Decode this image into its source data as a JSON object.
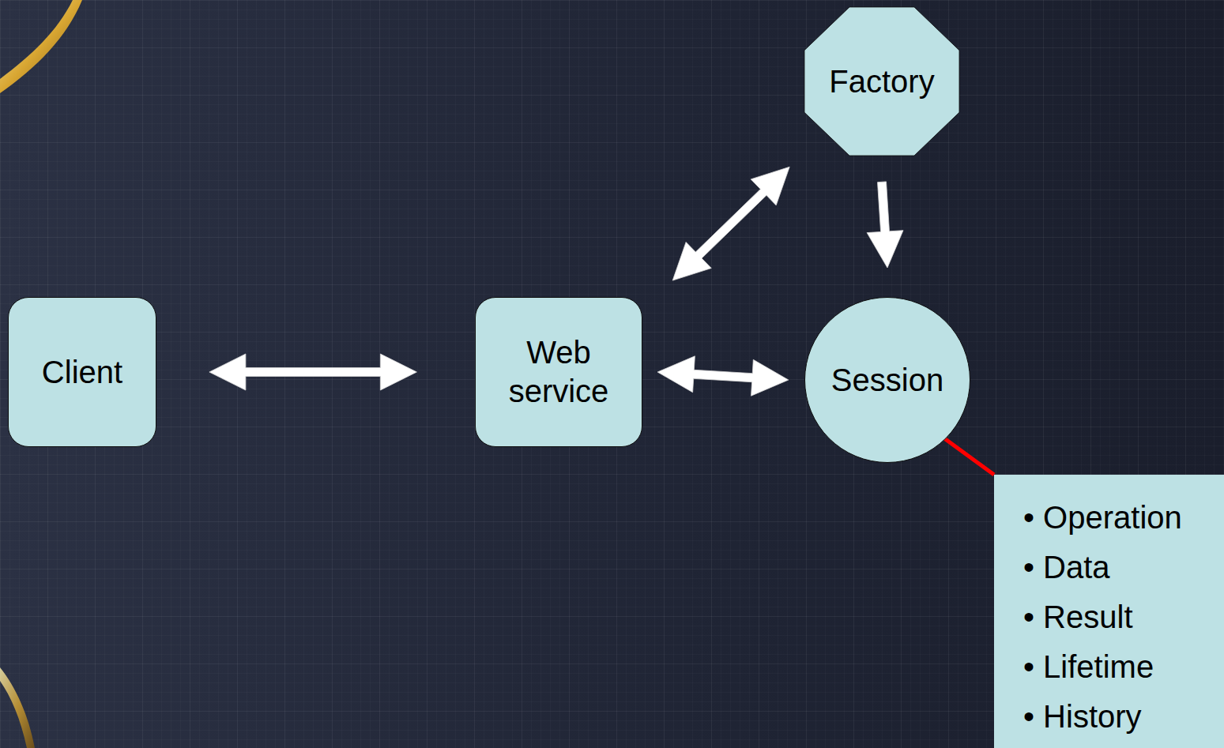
{
  "diagram": {
    "nodes": [
      {
        "text": [
          "Factory"
        ]
      },
      {
        "text": [
          "Client"
        ]
      },
      {
        "text": [
          "Web service"
        ]
      },
      {
        "text": [
          "Session"
        ]
      },
      {
        "text": [
          "• Operation",
          "• Data",
          "• Result",
          "• Lifetime",
          "• History"
        ]
      }
    ],
    "edges": [
      {
        "from": 1,
        "to": 2,
        "arrow": "both"
      },
      {
        "from": 2,
        "to": 0,
        "arrow": "both"
      },
      {
        "from": 0,
        "to": 3,
        "arrow": "to"
      },
      {
        "from": 2,
        "to": 3,
        "arrow": "both"
      },
      {
        "from": 3,
        "to": 4,
        "arrow": "none"
      }
    ]
  }
}
